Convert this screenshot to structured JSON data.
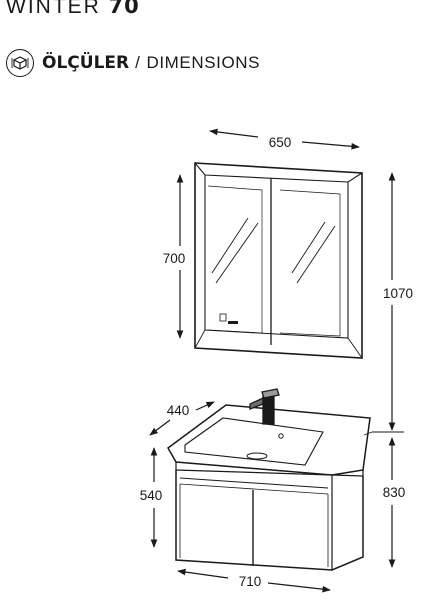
{
  "header": {
    "model_name": "WINTER",
    "model_number": "70"
  },
  "section": {
    "title_tr": "ÖLÇÜLER",
    "separator": "/",
    "title_en": "DIMENSIONS",
    "icon": "measure-box-icon"
  },
  "dimensions": {
    "cabinet_width": "650",
    "cabinet_height": "700",
    "total_height": "1070",
    "depth": "440",
    "vanity_height": "540",
    "floor_to_top": "830",
    "vanity_width": "710"
  },
  "colors": {
    "line": "#1a1a1a",
    "background": "#ffffff"
  }
}
